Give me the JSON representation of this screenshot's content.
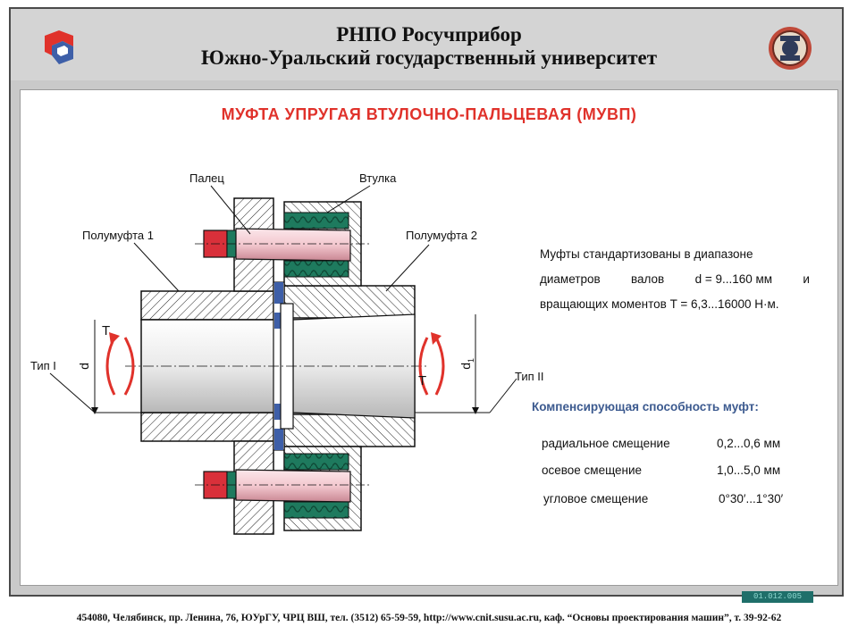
{
  "header": {
    "org_title": "РНПО Росучприбор",
    "org_subtitle": "Южно-Уральский государственный университет"
  },
  "slide": {
    "title": "МУФТА УПРУГАЯ ВТУЛОЧНО-ПАЛЬЦЕВАЯ (МУВП)",
    "code": "01.012.005"
  },
  "diagram": {
    "labels": {
      "palets": "Палец",
      "vtulka": "Втулка",
      "half1": "Полумуфта 1",
      "half2": "Полумуфта 2",
      "type1": "Тип I",
      "type2": "Тип II",
      "torque_left": "T",
      "torque_right": "T",
      "d": "d",
      "d1": "d",
      "d1_sub": "1"
    }
  },
  "description": {
    "line1": "Муфты стандартизованы в диапазоне",
    "line2a": "диаметров",
    "line2b": "валов",
    "line2c": "d = 9...160 мм",
    "line2d": "и",
    "line3": "вращающих моментов T = 6,3...16000 Н·м."
  },
  "compensation": {
    "heading": "Компенсирующая способность муфт:",
    "rows": [
      {
        "label": "радиальное смещение",
        "value": "0,2...0,6 мм"
      },
      {
        "label": "осевое смещение",
        "value": "1,0...5,0 мм"
      },
      {
        "label": "угловое смещение",
        "value": "0°30′...1°30′"
      }
    ]
  },
  "footer": {
    "text": "454080, Челябинск, пр. Ленина, 76, ЮУрГУ, ЧРЦ ВШ, тел. (3512) 65-59-59, http://www.cnit.susu.ac.ru, каф. “Основы проектирования машин”, т. 39-92-62"
  },
  "colors": {
    "title_red": "#e0322b",
    "heading_blue": "#3c5a8f",
    "rubber_green": "#1e7a5e",
    "pin_pink": "#f3c8cf",
    "nut_red": "#d9303a",
    "disk_blue": "#3e5fa8"
  }
}
